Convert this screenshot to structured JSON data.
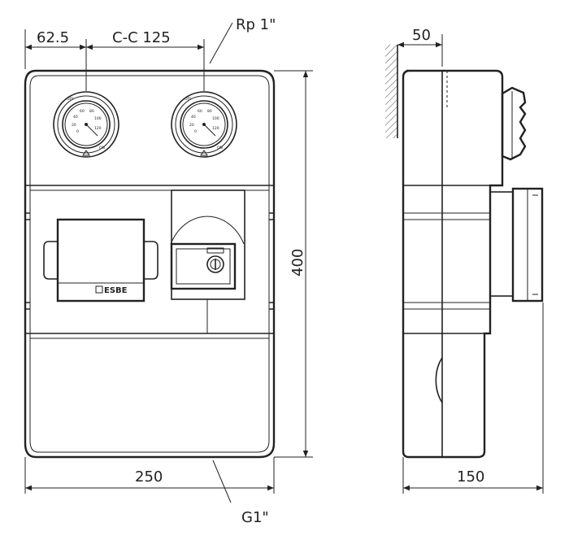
{
  "dimensions": {
    "offset_left": "62.5",
    "center_to_center": "C-C 125",
    "top_connection": "Rp 1\"",
    "width": "250",
    "height": "400",
    "wall_offset": "50",
    "depth": "150",
    "bottom_connection": "G1\""
  },
  "device": {
    "brand": "ESBE",
    "gauge_marks_left": [
      "0",
      "20",
      "40",
      "60",
      "80",
      "100",
      "120"
    ],
    "gauge_marks_right": [
      "0",
      "20",
      "40",
      "60",
      "80",
      "100",
      "120"
    ],
    "gauge_off_label": "OFF",
    "gauge_on_label": "ON"
  },
  "colors": {
    "line": "#222222",
    "background": "#ffffff"
  }
}
